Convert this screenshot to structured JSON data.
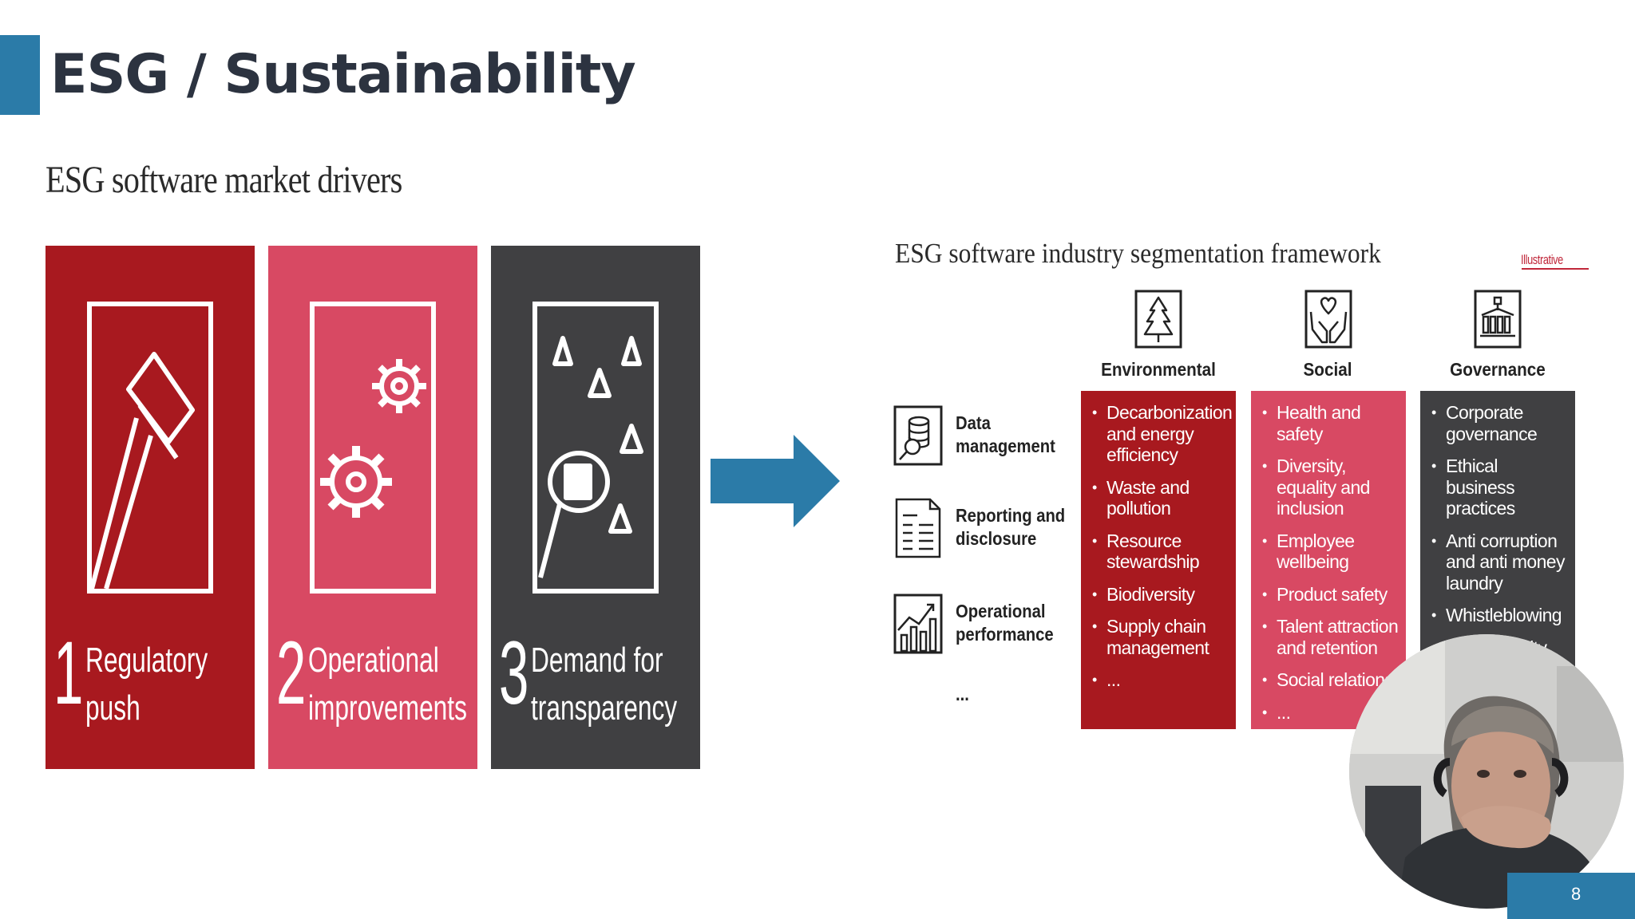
{
  "header": {
    "title": "ESG / Sustainability",
    "accent_color": "#2b7ba8"
  },
  "drivers": {
    "heading": "ESG software market drivers",
    "tiles": [
      {
        "number": "1",
        "line1": "Regulatory",
        "line2": "push",
        "color": "#a8191f",
        "icon": "hammer-icon"
      },
      {
        "number": "2",
        "line1": "Operational",
        "line2": "improvements",
        "color": "#d84963",
        "icon": "gears-icon"
      },
      {
        "number": "3",
        "line1": "Demand for",
        "line2": "transparency",
        "color": "#404042",
        "icon": "magnifier-icon"
      }
    ]
  },
  "framework": {
    "heading": "ESG software industry segmentation framework",
    "tag": "Illustrative",
    "columns": [
      {
        "title": "Environmental",
        "icon": "tree-icon",
        "color": "#a8191f",
        "items": [
          "Decarbonization and energy efficiency",
          "Waste and pollution",
          "Resource stewardship",
          "Biodiversity",
          "Supply chain management",
          "..."
        ]
      },
      {
        "title": "Social",
        "icon": "hands-heart-icon",
        "color": "#d84963",
        "items": [
          "Health and safety",
          "Diversity, equality and inclusion",
          "Employee wellbeing",
          "Product safety",
          "Talent attraction and retention",
          "Social relations",
          "..."
        ]
      },
      {
        "title": "Governance",
        "icon": "building-icon",
        "color": "#404042",
        "items": [
          "Corporate governance",
          "Ethical business practices",
          "Anti corruption and anti money laundry",
          "Whistleblowing",
          "Data security"
        ]
      }
    ],
    "rows": [
      {
        "line1": "Data",
        "line2": "management",
        "icon": "database-icon"
      },
      {
        "line1": "Reporting and",
        "line2": "disclosure",
        "icon": "report-icon"
      },
      {
        "line1": "Operational",
        "line2": "performance",
        "icon": "growth-chart-icon"
      },
      {
        "line1": "...",
        "line2": ""
      }
    ]
  },
  "footer": {
    "page_number": "8"
  }
}
